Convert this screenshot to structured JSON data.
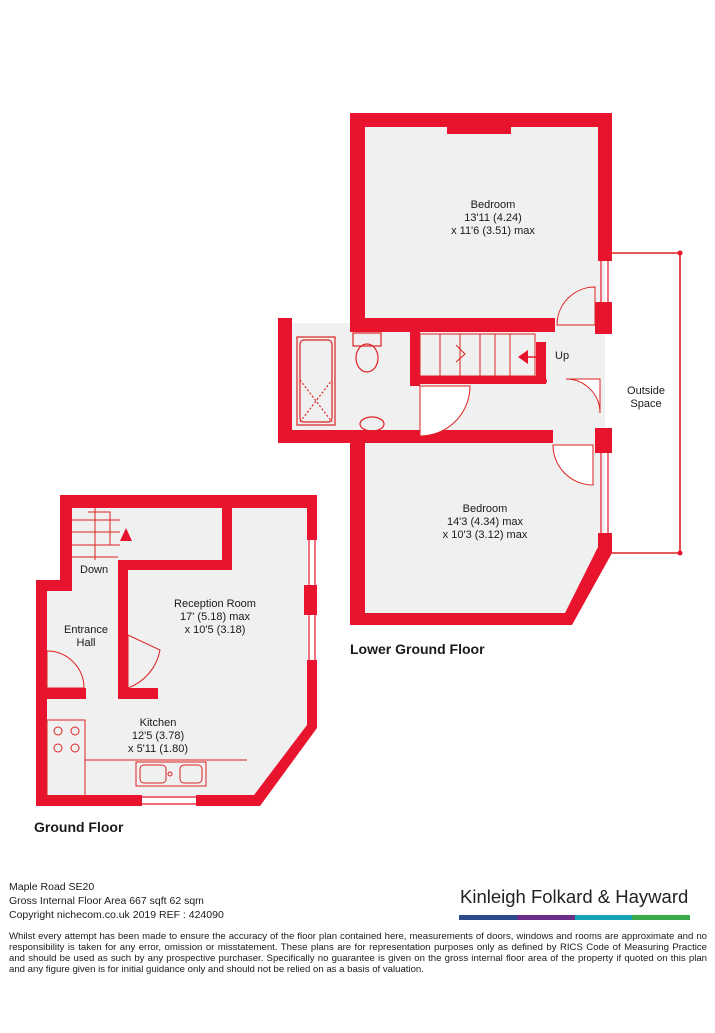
{
  "colors": {
    "wall": "#e8142d",
    "floor": "#f0f0f0",
    "brand_bars": [
      "#2b4a8a",
      "#6a2c86",
      "#14a3b5",
      "#3aaa4a"
    ]
  },
  "lower_ground": {
    "title": "Lower Ground Floor",
    "bedroom1": {
      "name": "Bedroom",
      "dim1": "13'11 (4.24)",
      "dim2": "x 11'6 (3.51) max"
    },
    "bedroom2": {
      "name": "Bedroom",
      "dim1": "14'3 (4.34) max",
      "dim2": "x 10'3 (3.12) max"
    },
    "stairs_label": "Up",
    "outside": {
      "line1": "Outside",
      "line2": "Space"
    }
  },
  "ground": {
    "title": "Ground Floor",
    "reception": {
      "name": "Reception Room",
      "dim1": "17' (5.18) max",
      "dim2": "x 10'5 (3.18)"
    },
    "hall": {
      "line1": "Entrance",
      "line2": "Hall"
    },
    "kitchen": {
      "name": "Kitchen",
      "dim1": "12'5 (3.78)",
      "dim2": "x 5'11 (1.80)"
    },
    "stairs_label": "Down"
  },
  "info": {
    "address": "Maple Road SE20",
    "area": "Gross Internal Floor Area 667 sqft 62 sqm",
    "copyright": "Copyright nichecom.co.uk 2019 REF : 424090"
  },
  "brand": "Kinleigh Folkard & Hayward",
  "disclaimer": "Whilst every attempt has been made to ensure the accuracy of the floor plan contained here, measurements of doors, windows and rooms are approximate and no responsibility is taken for any error, omission or misstatement.  These plans are for representation purposes only as defined by RICS Code of Measuring Practice and should be used as such by any prospective purchaser.  Specifically no guarantee is given on the gross internal floor area of the property if quoted on this plan and any figure given is for initial guidance only and should not be relied on as a basis of valuation."
}
